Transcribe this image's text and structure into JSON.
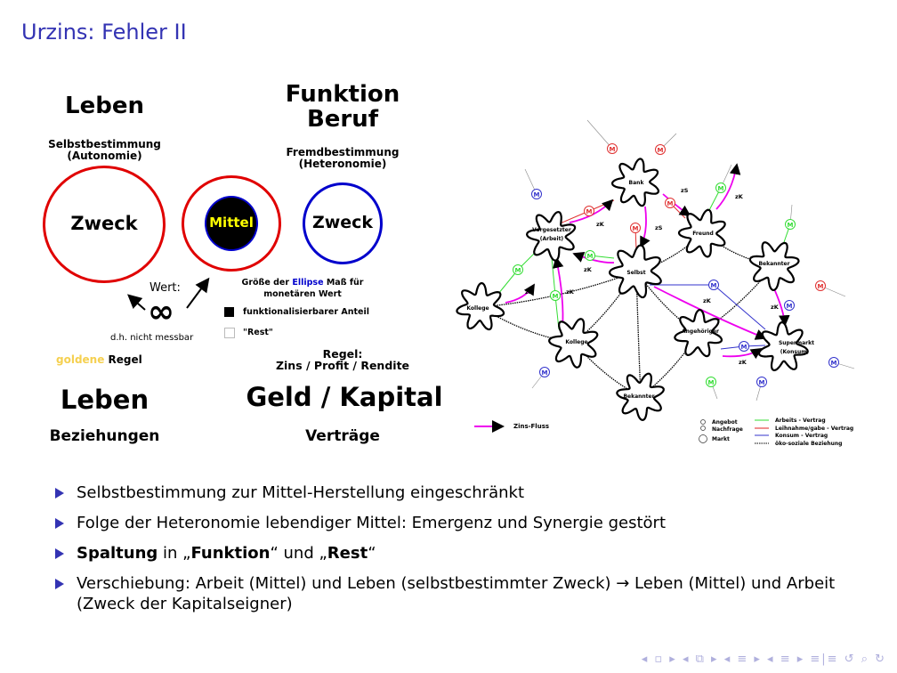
{
  "slide": {
    "title": "Urzins: Fehler II"
  },
  "left_diagram": {
    "leben_top": "Leben",
    "selbstbestimmung": "Selbstbestimmung",
    "autonomie": "(Autonomie)",
    "funktion": "Funktion",
    "beruf": "Beruf",
    "fremdbestimmung": "Fremdbestimmung",
    "heteronomie": "(Heteronomie)",
    "zweck_left": "Zweck",
    "mittel": "Mittel",
    "zweck_right": "Zweck",
    "wert": "Wert:",
    "infinity": "∞",
    "nicht_messbar": "d.h. nicht messbar",
    "groesse_pre": "Größe der ",
    "groesse_ellipse": "Ellipse",
    "groesse_post": " Maß für",
    "monetaer": "monetären Wert",
    "legend_filled": "funktionalisierbarer Anteil",
    "legend_empty": "\"Rest\"",
    "goldene": "goldene",
    "regel_left": " Regel",
    "regel_right": "Regel:",
    "zins_profit": "Zins / Profit / Rendite",
    "leben_bottom": "Leben",
    "beziehungen": "Beziehungen",
    "geld_kapital": "Geld / Kapital",
    "vertraege": "Verträge",
    "colors": {
      "red": "#e00000",
      "blue": "#0000cc",
      "gold": "#f5d050",
      "yellow": "#ffff00"
    }
  },
  "network": {
    "nodes": {
      "bank": "Bank",
      "vorgesetzter1": "Vorgesetzter",
      "vorgesetzter2": "(Arbeit)",
      "freund": "Freund",
      "selbst": "Selbst",
      "bekannter_right": "Bekannter",
      "kollege_left": "Kollege",
      "kollege_mid": "Kollege",
      "angehoeriger": "Angehöriger",
      "supermarkt1": "Supermarkt",
      "supermarkt2": "(Konsum)",
      "bekannter_bottom": "Bekannter"
    },
    "market_label": "M",
    "zk": "zK",
    "zs": "zS",
    "legend": {
      "zins_fluss": "Zins-Fluss",
      "angebot": "Angebot",
      "nachfrage": "Nachfrage",
      "markt": "Markt",
      "arbeit": "Arbeits - Vertrag",
      "leihnahme": "Leihnahme/gabe - Vertrag",
      "konsum": "Konsum - Vertrag",
      "oeko": "öko-soziale Beziehung"
    },
    "colors": {
      "arbeit": "#33dd33",
      "leih": "#e03030",
      "konsum": "#3333cc",
      "zins": "#ee00ee"
    }
  },
  "bullets": [
    {
      "text": "Selbstbestimmung zur Mittel-Herstellung eingeschränkt"
    },
    {
      "text": "Folge der Heteronomie lebendiger Mittel: Emergenz und Synergie gestört"
    },
    {
      "b1": "Spaltung",
      "t1": " in „",
      "b2": "Funktion",
      "t2": "“ und „",
      "b3": "Rest",
      "t3": "“"
    },
    {
      "text": "Verschiebung: Arbeit (Mittel) und Leben (selbstbestimmter Zweck) → Leben (Mittel) und Arbeit (Zweck der Kapitalseigner)"
    }
  ],
  "nav": {
    "symbols": "◂ ▫ ▸  ◂ ⧉ ▸  ◂ ≡ ▸  ◂ ≡ ▸  ≡|≡  ↺ ⌕ ↻"
  }
}
